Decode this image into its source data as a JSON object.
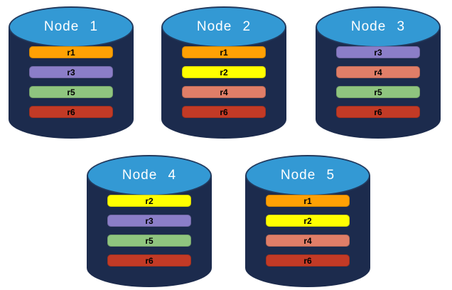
{
  "colors": {
    "cylinder_body": "#1C2B4D",
    "cylinder_top": "#3399D4",
    "cylinder_top_border": "#223A5E",
    "node_label_text": "#FFFFFF",
    "partition_label_text": "#000000",
    "partition_colors": {
      "r1": "#FFA104",
      "r2": "#FFFF00",
      "r3": "#8B7EC8",
      "r4": "#E07E68",
      "r5": "#8FC57F",
      "r6": "#C23A26"
    }
  },
  "nodes": [
    {
      "label": "Node 1",
      "partitions": [
        "r1",
        "r3",
        "r5",
        "r6"
      ]
    },
    {
      "label": "Node 2",
      "partitions": [
        "r1",
        "r2",
        "r4",
        "r6"
      ]
    },
    {
      "label": "Node 3",
      "partitions": [
        "r3",
        "r4",
        "r5",
        "r6"
      ]
    },
    {
      "label": "Node 4",
      "partitions": [
        "r2",
        "r3",
        "r5",
        "r6"
      ]
    },
    {
      "label": "Node 5",
      "partitions": [
        "r1",
        "r2",
        "r4",
        "r6"
      ]
    }
  ]
}
